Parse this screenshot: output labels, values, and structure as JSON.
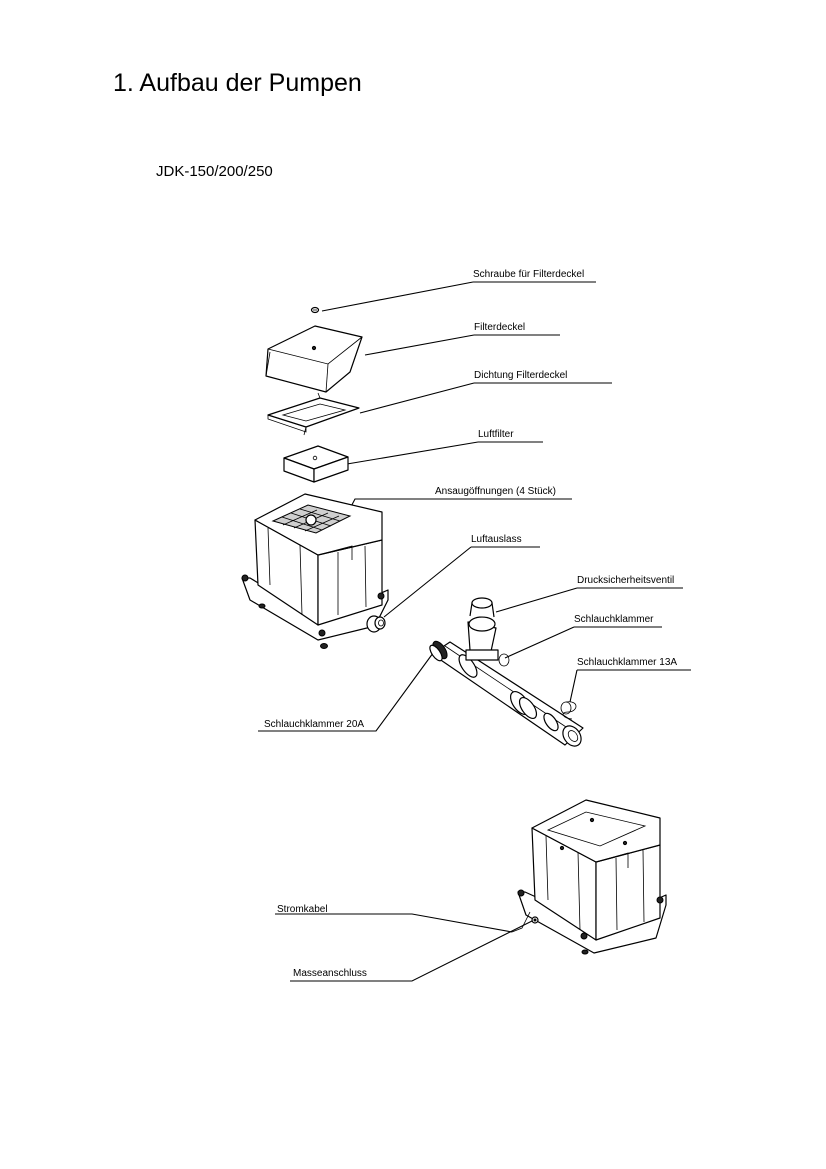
{
  "heading": "1. Aufbau der Pumpen",
  "model": "JDK-150/200/250",
  "labels": {
    "screw": "Schraube für Filterdeckel",
    "cover": "Filterdeckel",
    "gasket": "Dichtung Filterdeckel",
    "filter": "Luftfilter",
    "intake": "Ansaugöffnungen (4 Stück)",
    "outlet": "Luftauslass",
    "relief_valve": "Drucksicherheitsventil",
    "hose_clamp": "Schlauchklammer",
    "hose_clamp_13a": "Schlauchklammer 13A",
    "hose_clamp_20a": "Schlauchklammer 20A",
    "power_cable": "Stromkabel",
    "ground": "Masseanschluss"
  }
}
